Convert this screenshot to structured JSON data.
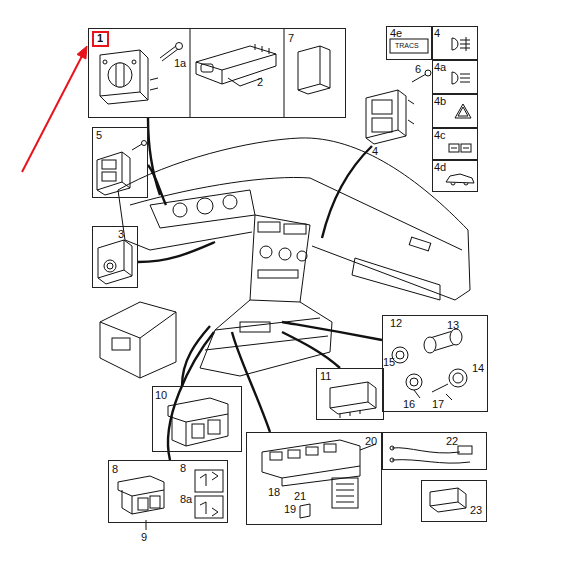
{
  "diagram": {
    "nodes": [
      {
        "text": [
          "1a",
          "2",
          "7"
        ]
      },
      {
        "text": [
          "1"
        ],
        "in": 0
      },
      {
        "text": [
          "4e",
          "TRACS"
        ]
      },
      {
        "text": [
          "4"
        ]
      },
      {
        "text": [
          "4a"
        ]
      },
      {
        "text": [
          "4b"
        ]
      },
      {
        "text": [
          "4c"
        ]
      },
      {
        "text": [
          "4d"
        ]
      },
      {
        "text": [
          "5"
        ]
      },
      {
        "text": [
          "3"
        ]
      },
      {
        "text": [
          "12",
          "13",
          "15",
          "14",
          "16",
          "17"
        ]
      },
      {
        "text": [
          "11"
        ]
      },
      {
        "text": [
          "10"
        ]
      },
      {
        "text": [
          "8",
          "8",
          "8a"
        ]
      },
      {
        "text": [
          "20",
          "18",
          "21",
          "19"
        ]
      },
      {
        "text": [
          "22"
        ]
      },
      {
        "text": [
          "23"
        ]
      }
    ],
    "labels": [
      "6",
      "4",
      "9"
    ]
  }
}
